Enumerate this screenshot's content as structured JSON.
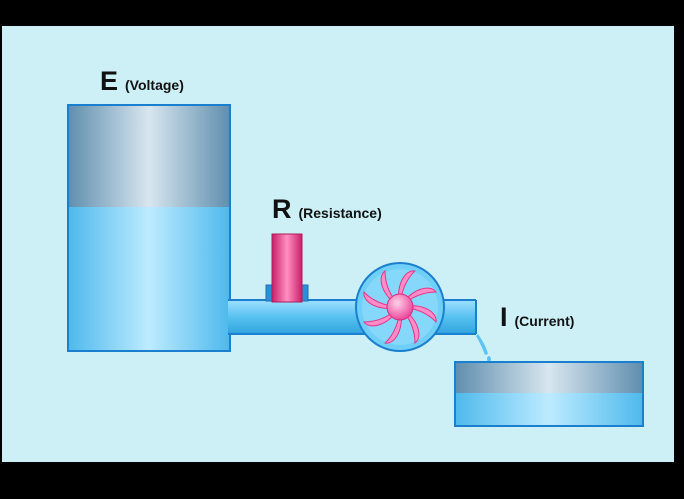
{
  "labels": {
    "voltage": {
      "symbol": "E",
      "text": "(Voltage)"
    },
    "resistance": {
      "symbol": "R",
      "text": "(Resistance)"
    },
    "current": {
      "symbol": "I",
      "text": "(Current)"
    }
  },
  "colors": {
    "background": "#cdf0f6",
    "letterbox": "#000000",
    "water": "#6ccbf3",
    "tank_air": "#8fb5cd",
    "outline": "#1b7fd0",
    "resistor": "#e63d85",
    "turbine": "#ff7fbf"
  }
}
